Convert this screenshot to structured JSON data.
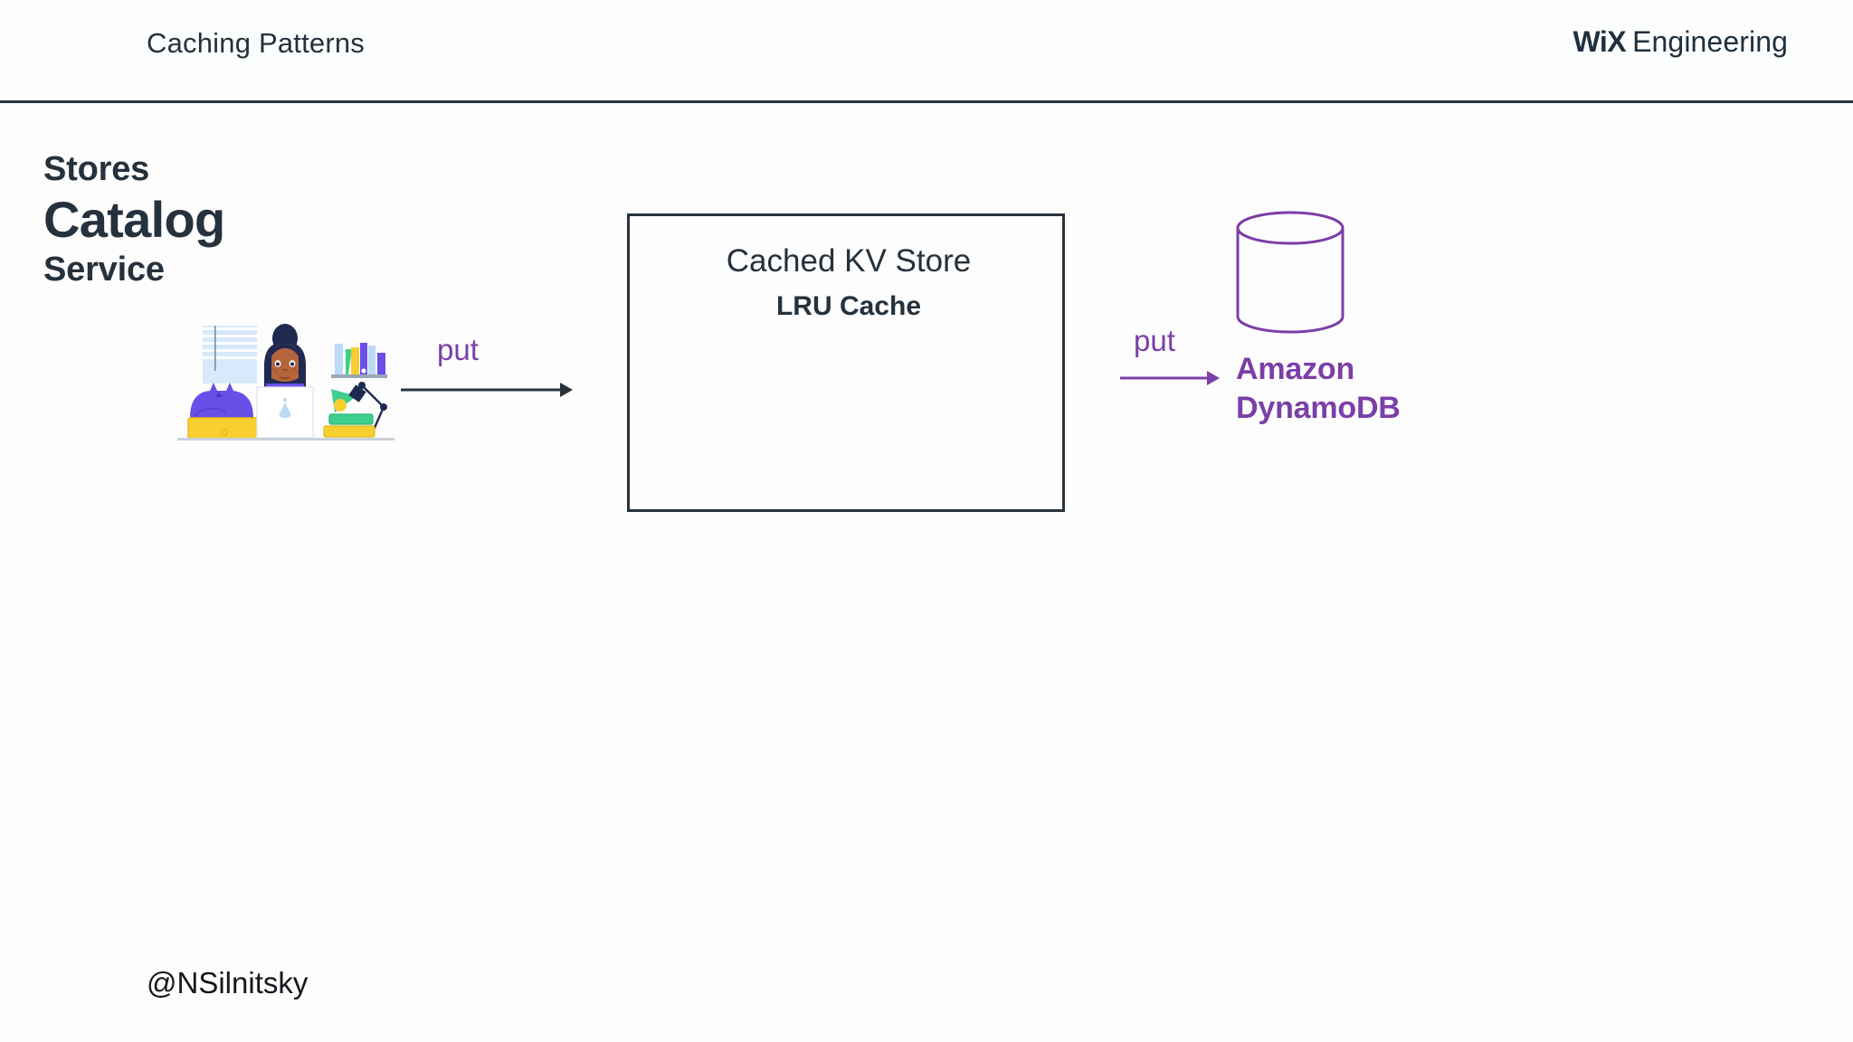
{
  "slide": {
    "header": {
      "title": "Caching Patterns",
      "brand_mark": "WiX",
      "brand_word": "Engineering"
    },
    "title_block": {
      "line1": "Stores",
      "line2": "Catalog",
      "line3": "Service"
    },
    "flow": {
      "arrow1_label": "put",
      "arrow2_label": "put"
    },
    "kv_box": {
      "title": "Cached KV Store",
      "subtitle": "LRU Cache"
    },
    "database": {
      "line1": "Amazon",
      "line2": "DynamoDB"
    },
    "footer": {
      "handle": "@NSilnitsky"
    },
    "colors": {
      "ink": "#25313c",
      "purple": "#7b3fa8",
      "background": "#fdfdfd",
      "rule": "#28333d",
      "illustration_blue": "#6a4ee8",
      "illustration_yellow": "#f7cf2e",
      "illustration_green": "#3ecf8e",
      "illustration_lightblue": "#bcd9f5",
      "illustration_skin": "#b5653c"
    }
  }
}
